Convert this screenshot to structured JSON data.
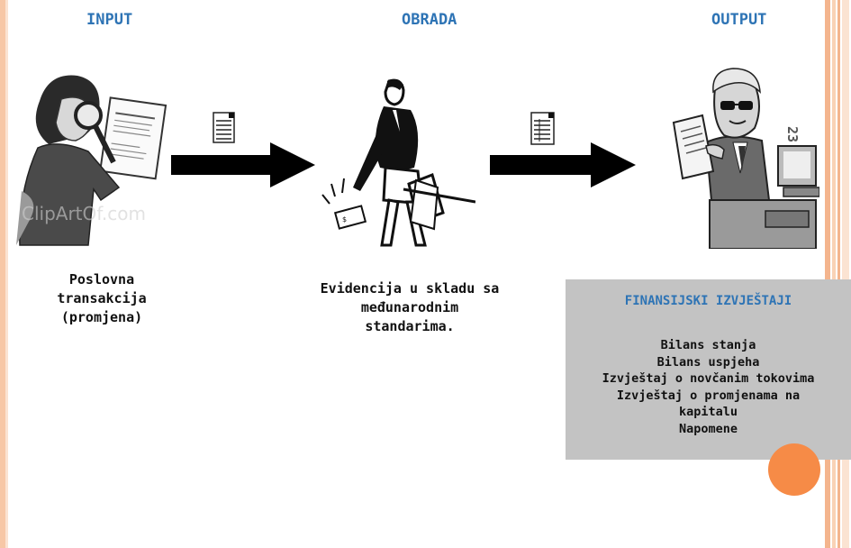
{
  "headings": {
    "input": "INPUT",
    "process": "OBRADA",
    "output": "OUTPUT"
  },
  "input_label": [
    "Poslovna",
    "transakcija",
    "(promjena)"
  ],
  "process_label": [
    "Evidencija u skladu sa",
    "međunarodnim",
    "standarima."
  ],
  "financial_statements": {
    "title": "FINANSIJSKI IZVJEŠTAJI",
    "items": [
      "Bilans stanja",
      "Bilans uspjeha",
      "Izvještaj o novčanim tokovima",
      "Izvještaj o promjenama na",
      "kapitalu",
      "Napomene"
    ]
  },
  "page_number": "23",
  "watermark": "ClipArtOf.com",
  "colors": {
    "heading": "#2e74b5",
    "box": "#c3c3c3",
    "accent": "#f68b47"
  },
  "icons": [
    "woman-with-magnifier-illustration",
    "document-icon",
    "arrow-right-icon",
    "businesswoman-illustration",
    "man-with-report-illustration"
  ]
}
